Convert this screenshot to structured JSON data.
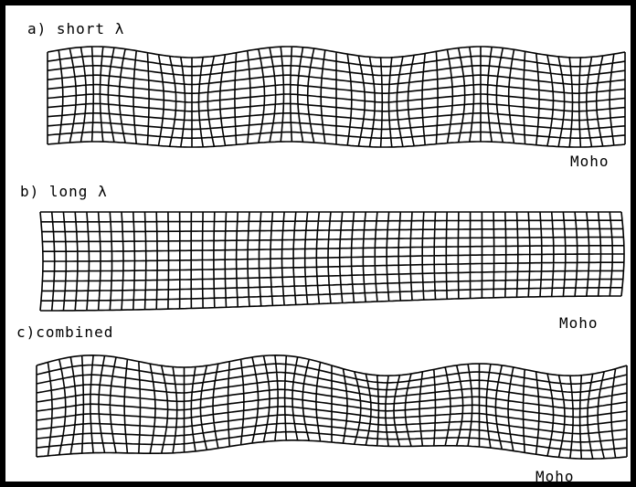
{
  "panels": [
    {
      "label": "a) short λ",
      "moho_label": "Moho"
    },
    {
      "label": "b) long λ",
      "moho_label": "Moho"
    },
    {
      "label": "c)combined",
      "moho_label": "Moho"
    }
  ],
  "colors": {
    "background": "#000000",
    "paper": "#ffffff",
    "ink": "#000000"
  }
}
